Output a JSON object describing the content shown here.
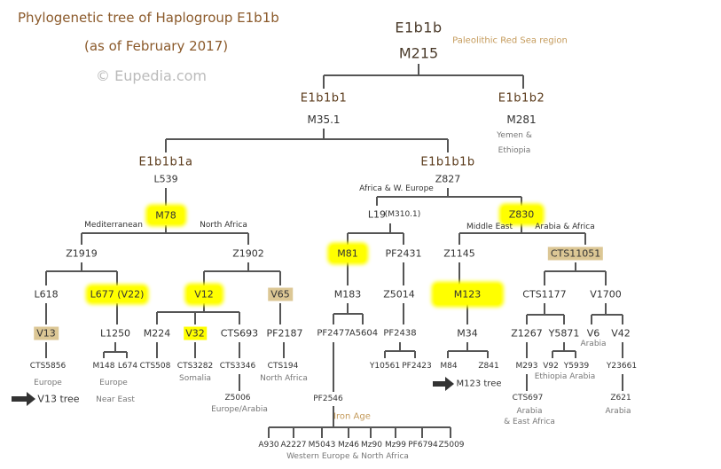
{
  "header": {
    "title": "Phylogenetic tree of Haplogroup E1b1b",
    "subtitle": "(as of February 2017)",
    "copyright": "© Eupedia.com"
  },
  "nodes": {
    "E1b1b": "E1b1b",
    "M215": "M215",
    "root_note": "Paleolithic Red Sea region",
    "E1b1b1": "E1b1b1",
    "M35_1": "M35.1",
    "E1b1b2": "E1b1b2",
    "M281": "M281",
    "M281_r1": "Yemen &",
    "M281_r2": "Ethiopia",
    "E1b1b1a": "E1b1b1a",
    "L539": "L539",
    "E1b1b1b": "E1b1b1b",
    "Z827": "Z827",
    "Z827_r": "Africa & W. Europe",
    "M78": "M78",
    "M78_l": "Mediterranean",
    "M78_r": "North Africa",
    "L19": "L19",
    "L19_alt": "(M310.1)",
    "Z830": "Z830",
    "Z830_l": "Middle East",
    "Z830_r": "Arabia & Africa",
    "Z1919": "Z1919",
    "Z1902": "Z1902",
    "M81": "M81",
    "PF2431": "PF2431",
    "Z1145": "Z1145",
    "CTS11051": "CTS11051",
    "L618": "L618",
    "L677": "L677 (V22)",
    "V12": "V12",
    "V65": "V65",
    "M183": "M183",
    "Z5014": "Z5014",
    "M123": "M123",
    "CTS1177": "CTS1177",
    "V1700": "V1700",
    "V13": "V13",
    "L1250": "L1250",
    "M224": "M224",
    "V32": "V32",
    "CTS693": "CTS693",
    "PF2187": "PF2187",
    "PF2477": "PF2477",
    "A5604": "A5604",
    "PF2438": "PF2438",
    "M34": "M34",
    "Z1267": "Z1267",
    "Y5871": "Y5871",
    "V6": "V6",
    "V42": "V42",
    "V6_r": "Arabia",
    "CTS5856": "CTS5856",
    "M148": "M148",
    "L674": "L674",
    "CTS508": "CTS508",
    "CTS3282": "CTS3282",
    "CTS3346": "CTS3346",
    "CTS194": "CTS194",
    "Y10561": "Y10561",
    "PF2423": "PF2423",
    "M84": "M84",
    "Z841": "Z841",
    "M293": "M293",
    "V92": "V92",
    "Y5939": "Y5939",
    "Y23661": "Y23661",
    "CTS5856_r": "Europe",
    "L1250_r1": "Europe",
    "L1250_r2": "Near East",
    "CTS3282_r": "Somalia",
    "CTS194_r": "North Africa",
    "Y5871_r": "Ethiopia Arabia",
    "v13_tree": "V13 tree",
    "m123_tree": "M123 tree",
    "Z5006": "Z5006",
    "Z5006_r": "Europe/Arabia",
    "CTS697": "CTS697",
    "CTS697_r1": "Arabia",
    "CTS697_r2": "& East Africa",
    "Z621": "Z621",
    "Z621_r": "Arabia",
    "PF2546": "PF2546",
    "iron_age": "Iron Age",
    "A930": "A930",
    "A2227": "A2227",
    "M5043": "M5043",
    "Mz46": "Mz46",
    "Mz90": "Mz90",
    "Mz99": "Mz99",
    "PF6794": "PF6794",
    "Z5009": "Z5009",
    "bottom_r": "Western Europe & North Africa"
  },
  "colors": {
    "haplogroup": "#5a3a1a",
    "highlight_tan": "#dcc795",
    "highlight_yellow": "#ffff00",
    "title": "#8b5a2b",
    "note": "#c49a5a"
  }
}
